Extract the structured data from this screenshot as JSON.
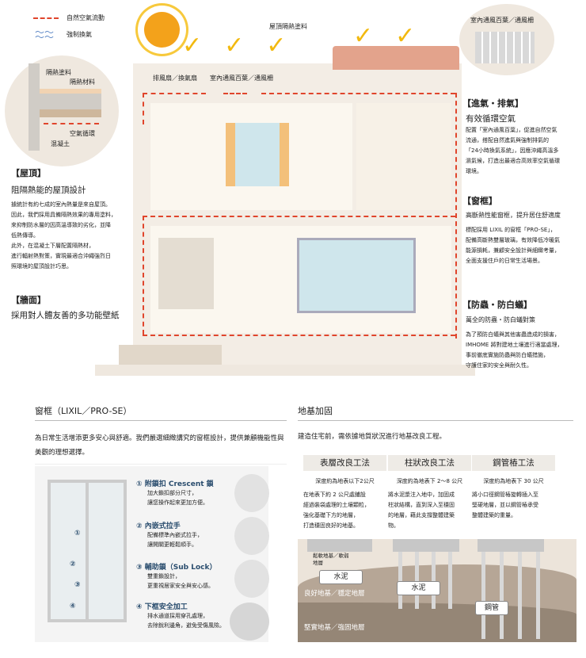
{
  "legend": {
    "natural_flow": "自然空氣流動",
    "forced_vent": "強制換氣"
  },
  "labels": {
    "roof_paint": "屋頂隔熱塗料",
    "exhaust_fan": "排風扇／換氣扇",
    "vent_louver": "室內通風百葉／通風柵",
    "vent_louver_top": "室內通風百葉／通風柵"
  },
  "detail": {
    "paint": "隔熱塗料",
    "material": "隔熱材料",
    "air": "空氣循環",
    "concrete": "混凝土"
  },
  "roof": {
    "tag": "【屋頂】",
    "title": "阻隔熱能的屋頂設計",
    "body": [
      "據統計有約七成的室內熱量是來自屋頂。",
      "因此，我們採用具備隔熱效果的專用塗料，",
      "來抑制防水層的因高溫導致的劣化，並降",
      "低熱傳導。",
      "此外，在混凝土下層配置隔熱材，",
      "進行輻射熱對策，實現最適合沖繩強烈日",
      "照環境的屋頂設計巧思。"
    ]
  },
  "wall": {
    "tag": "【牆面】",
    "title": "採用對人體友善的多功能壁紙"
  },
  "vent": {
    "tag": "【進氣・排氣】",
    "title": "有效循環空氣",
    "body": [
      "配置「室內通風百葉」，促進自然空氣",
      "流通，搭配自然進氣與強制排氣的",
      "「24小時換氣系統」，因應沖繩高溫多",
      "濕氣候，打造出最適合高效率空氣循環",
      "環境。"
    ]
  },
  "window": {
    "tag": "【窗框】",
    "title": "高斷熱性能窗框，提升居住舒適度",
    "body": [
      "標配採用 LIXIL 的窗框「PRO-SE」，",
      "配備高斷熱雙層玻璃，有效降低冷暖氣",
      "能源損耗，兼顧安全設計與細緻考量，",
      "全面支援住戶的日常生活場景。"
    ]
  },
  "pest": {
    "tag": "【防蟲・防白蟻】",
    "title": "萬全的防蟲・防白蟻對策",
    "body": [
      "為了預防白蟻與其他害蟲造成的損害，",
      "IMHOME 將對建地土壤進行適當處理，",
      "事前徹底實施防蟲與防白蟻措施，",
      "守護住家的安全與耐久性。"
    ]
  },
  "frame_section": {
    "title": "窗框（LIXIL／PRO-SE）",
    "intro": "為日常生活增添更多安心與舒適。我們嚴選細緻講究的窗框設計，提供兼顧機能性與美觀的理想選擇。",
    "markers": [
      "①",
      "②",
      "③",
      "④"
    ],
    "features": [
      {
        "title": "① 附鎖扣 Crescent 鎖",
        "lines": [
          "加大鎖扣部分尺寸，",
          "讓您操作起來更加方便。"
        ]
      },
      {
        "title": "② 內嵌式拉手",
        "lines": [
          "配備標準內嵌式拉手，",
          "讓開關更輕鬆順手。"
        ]
      },
      {
        "title": "③ 輔助鎖（Sub Lock）",
        "lines": [
          "雙重鎖設計，",
          "更重視居家安全與安心感。"
        ]
      },
      {
        "title": "④ 下框安全加工",
        "lines": [
          "排水通道採用穿孔處理，",
          "去除銳利邊角，避免受傷風險。"
        ]
      }
    ]
  },
  "foundation": {
    "title": "地基加固",
    "intro": "建造住宅前，需依據地質狀況進行地基改良工程。",
    "methods": [
      {
        "name": "表層改良工法",
        "depth": "深度約為地表以下2公尺",
        "lines": [
          "在地表下約 2 公尺處鋪設",
          "經過裝袋處理的土壤顆粒，",
          "強化基礎下方的地層，",
          "打造穩固良好的地基。"
        ]
      },
      {
        "name": "柱狀改良工法",
        "depth": "深度約為地表下 2〜8 公尺",
        "lines": [
          "將水泥漿注入地中，加固成",
          "柱狀結構，直到深入至穩固",
          "的地層，藉此支撐整體建築",
          "物。"
        ]
      },
      {
        "name": "鋼管樁工法",
        "depth": "深度約為地表下 30 公尺",
        "lines": [
          "將小口徑鋼管樁旋轉插入至",
          "堅硬地層，並以鋼管樁承受",
          "整體建築的重量。"
        ]
      }
    ],
    "soft": "鬆軟地基／軟弱地層",
    "cement1": "水泥",
    "cement2": "水泥",
    "steel": "鋼管",
    "good": "良好地基／穩定地層",
    "solid": "堅實地基／強固地層"
  },
  "colors": {
    "red": "#e0452c",
    "blue": "#5b86c5",
    "beige": "#efe8df"
  }
}
